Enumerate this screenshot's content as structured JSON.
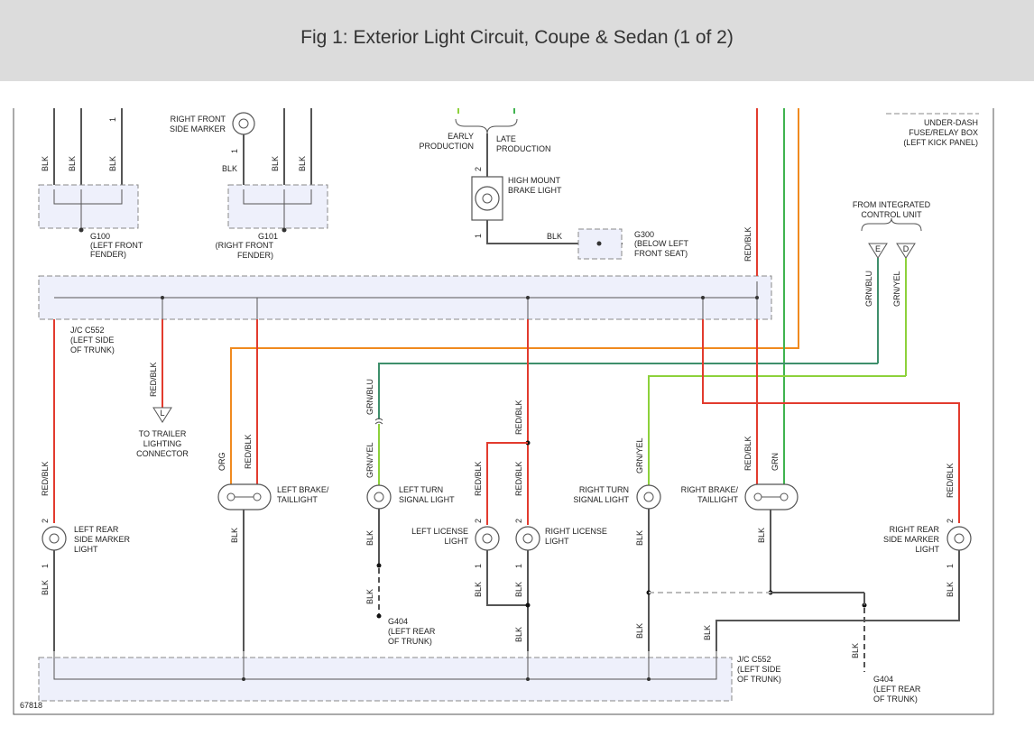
{
  "title": "Fig 1: Exterior Light Circuit, Coupe & Sedan (1 of 2)",
  "figure_id": "67818",
  "labels": {
    "right_front_side_marker": [
      "RIGHT FRONT",
      "SIDE MARKER"
    ],
    "g100": [
      "G100",
      "(LEFT FRONT",
      "FENDER)"
    ],
    "g101": [
      "G101",
      "(RIGHT FRONT",
      "FENDER)"
    ],
    "early_production": [
      "EARLY",
      "PRODUCTION"
    ],
    "late_production": [
      "LATE",
      "PRODUCTION"
    ],
    "high_mount": [
      "HIGH MOUNT",
      "BRAKE LIGHT"
    ],
    "g300": [
      "G300",
      "(BELOW LEFT",
      "FRONT SEAT)"
    ],
    "under_dash": [
      "UNDER-DASH",
      "FUSE/RELAY BOX",
      "(LEFT KICK PANEL)"
    ],
    "from_icu": [
      "FROM INTEGRATED",
      "CONTROL UNIT"
    ],
    "jc_top": [
      "J/C C552",
      "(LEFT SIDE",
      "OF TRUNK)"
    ],
    "trailer": [
      "TO TRAILER",
      "LIGHTING",
      "CONNECTOR"
    ],
    "left_brake": [
      "LEFT BRAKE/",
      "TAILLIGHT"
    ],
    "left_turn": [
      "LEFT TURN",
      "SIGNAL LIGHT"
    ],
    "left_license": [
      "LEFT LICENSE",
      "LIGHT"
    ],
    "right_license": [
      "RIGHT LICENSE",
      "LIGHT"
    ],
    "right_turn": [
      "RIGHT TURN",
      "SIGNAL LIGHT"
    ],
    "right_brake": [
      "RIGHT BRAKE/",
      "TAILLIGHT"
    ],
    "left_rear_marker": [
      "LEFT REAR",
      "SIDE MARKER",
      "LIGHT"
    ],
    "right_rear_marker": [
      "RIGHT REAR",
      "SIDE MARKER",
      "LIGHT"
    ],
    "g404_left": [
      "G404",
      "(LEFT REAR",
      "OF TRUNK)"
    ],
    "g404_right": [
      "G404",
      "(LEFT REAR",
      "OF TRUNK)"
    ],
    "jc_bottom": [
      "J/C C552",
      "(LEFT SIDE",
      "OF TRUNK)"
    ]
  },
  "wires": {
    "blk": "BLK",
    "red_blk": "RED/BLK",
    "orange": "ORG",
    "grn_blu": "GRN/BLU",
    "grn_yel": "GRN/YEL",
    "grn": "GRN"
  },
  "connector_letters": {
    "e": "E",
    "d": "D",
    "l": "L"
  },
  "pins": {
    "one": "1",
    "two": "2"
  },
  "colors": {
    "blk": "#555555",
    "red_blk": "#e23b2e",
    "orange": "#f08a1f",
    "grn": "#3fb34f",
    "grn_yel": "#8dd13b",
    "grn_blu": "#3e8f6b"
  }
}
